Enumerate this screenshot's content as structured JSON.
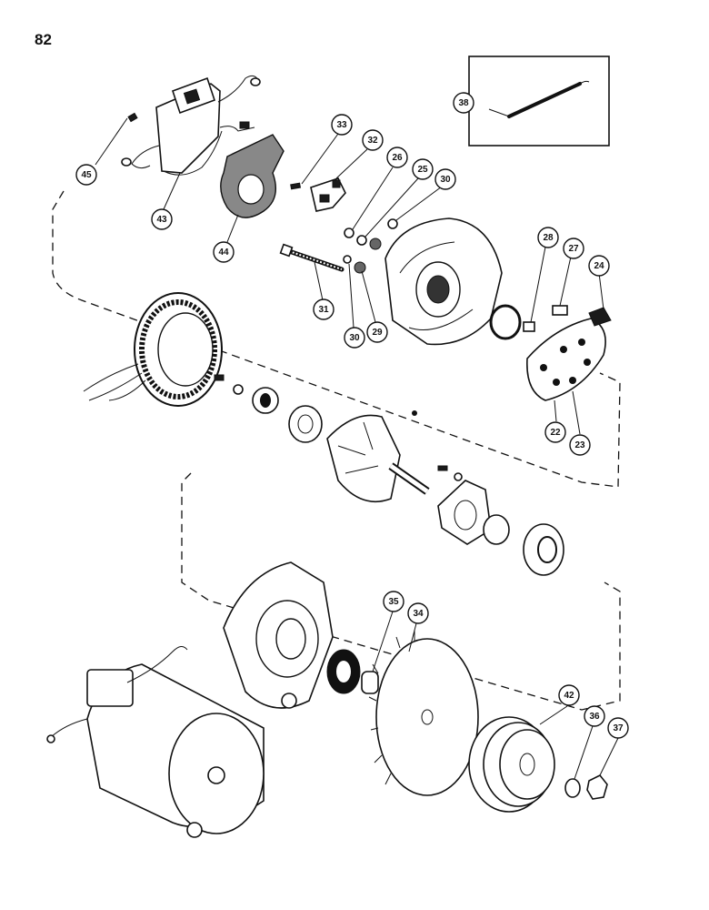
{
  "page": {
    "number": "82"
  },
  "callouts": [
    {
      "id": "45",
      "label": "45"
    },
    {
      "id": "43",
      "label": "43"
    },
    {
      "id": "44",
      "label": "44"
    },
    {
      "id": "33",
      "label": "33"
    },
    {
      "id": "32",
      "label": "32"
    },
    {
      "id": "26",
      "label": "26"
    },
    {
      "id": "25",
      "label": "25"
    },
    {
      "id": "30a",
      "label": "30"
    },
    {
      "id": "31",
      "label": "31"
    },
    {
      "id": "30b",
      "label": "30"
    },
    {
      "id": "29",
      "label": "29"
    },
    {
      "id": "38",
      "label": "38"
    },
    {
      "id": "28",
      "label": "28"
    },
    {
      "id": "27",
      "label": "27"
    },
    {
      "id": "24",
      "label": "24"
    },
    {
      "id": "22",
      "label": "22"
    },
    {
      "id": "23",
      "label": "23"
    },
    {
      "id": "35",
      "label": "35"
    },
    {
      "id": "34",
      "label": "34"
    },
    {
      "id": "42",
      "label": "42"
    },
    {
      "id": "36",
      "label": "36"
    },
    {
      "id": "37",
      "label": "37"
    }
  ]
}
